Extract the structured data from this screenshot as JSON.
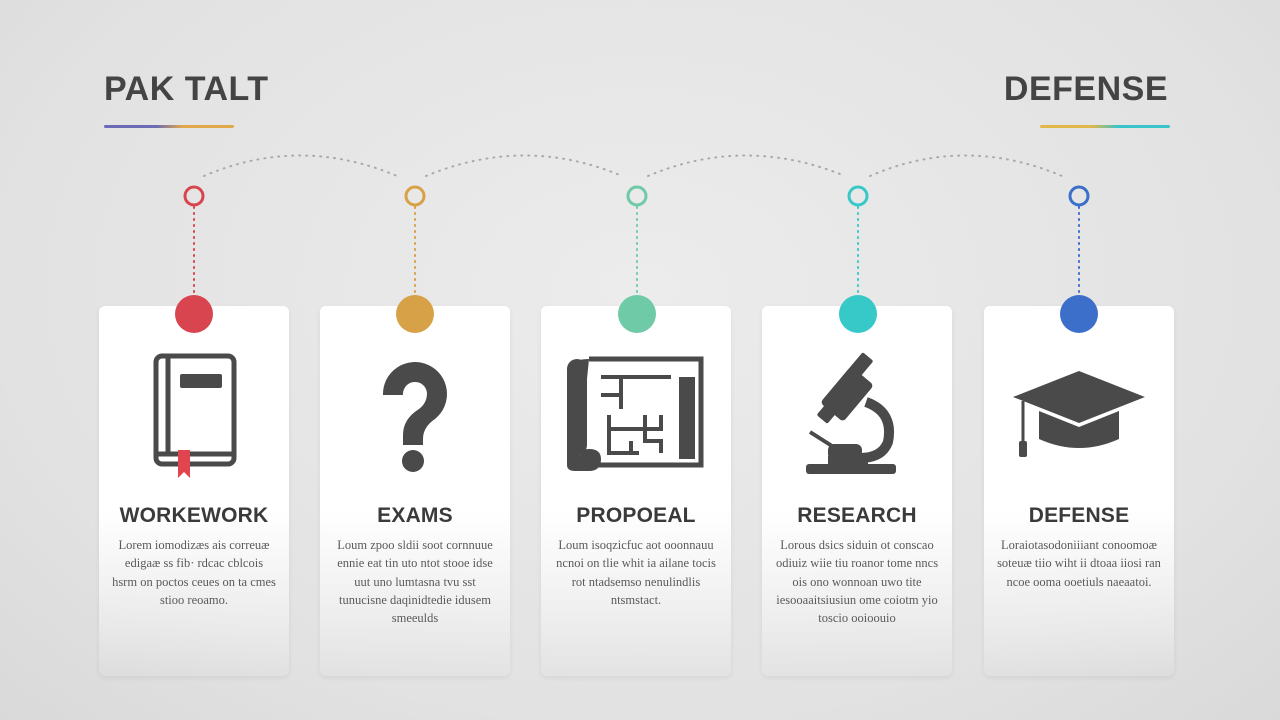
{
  "header": {
    "left_title": "PAK TALT",
    "right_title": "DEFENSE"
  },
  "colors": {
    "stage1": "#d9454f",
    "stage2": "#d7a247",
    "stage3": "#6fcba7",
    "stage4": "#37c8c8",
    "stage5": "#3b6fc9",
    "icon": "#4a4a4a"
  },
  "stages": [
    {
      "title": "WORKEWORK",
      "icon": "book-icon",
      "desc": "Lorem iomodizæs ais correuæ edigaæ ss fib· rdcac cblcois hsrm on poctos ceues on ta cmes stioo reoamo."
    },
    {
      "title": "EXAMS",
      "icon": "question-mark-icon",
      "desc": "Loum zpoo sldii soot cornnuue ennie eat tin uto ntot stooe idse uut uno lumtasna tvu sst tunucisne daqinidtedie idusem smeeulds"
    },
    {
      "title": "PROPOEAL",
      "icon": "blueprint-icon",
      "desc": "Loum isoqzicfuc aot ooonnauu ncnoi on tlie whit ia ailane tocis rot ntadsemso nenulindlis ntsmstact."
    },
    {
      "title": "RESEARCH",
      "icon": "microscope-icon",
      "desc": "Lorous dsics siduin ot conscao odiuiz wiie tiu roanor tome nncs ois ono wonnoan uwo tite iesooaaitsiusiun ome coiotm yio toscio ooioouio"
    },
    {
      "title": "DEFENSE",
      "icon": "graduation-cap-icon",
      "desc": "Loraiotasodoniiiant conoomoæ soteuæ tiio wiht ii dtoaa iiosi ran ncoe ooma ooetiuls naeaatoi."
    }
  ]
}
